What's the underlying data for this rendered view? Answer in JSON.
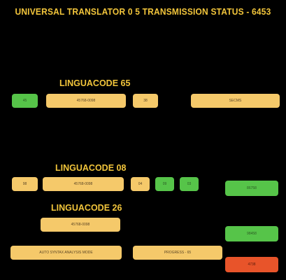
{
  "header": {
    "title": "UNIVERSAL TRANSLATOR  0 5  TRANSMISSION STATUS - 6453"
  },
  "section_65": {
    "heading": "LINGUACODE 65",
    "buttons": {
      "a": "45",
      "b": "45768-0098",
      "c": "38",
      "d": "SECMS"
    }
  },
  "section_08": {
    "heading": "LINGUACODE 08",
    "buttons": {
      "a": "98",
      "b": "45768-0098",
      "c": "04",
      "d": "09",
      "e": "03"
    }
  },
  "section_26": {
    "heading": "LINGUACODE 26",
    "buttons": {
      "a": "45768-0098",
      "auto_syntax": "AUTO SYNTAX ANALYSIS MODE",
      "progress": "PROGRESS  - 65"
    }
  },
  "side": {
    "btn1": "86758",
    "btn2": "98458",
    "btn3": "4738"
  },
  "colors": {
    "amber": "#f5c96a",
    "green": "#56c449",
    "red": "#e8542a",
    "title_yellow": "#f2c53b",
    "background": "#000000"
  }
}
